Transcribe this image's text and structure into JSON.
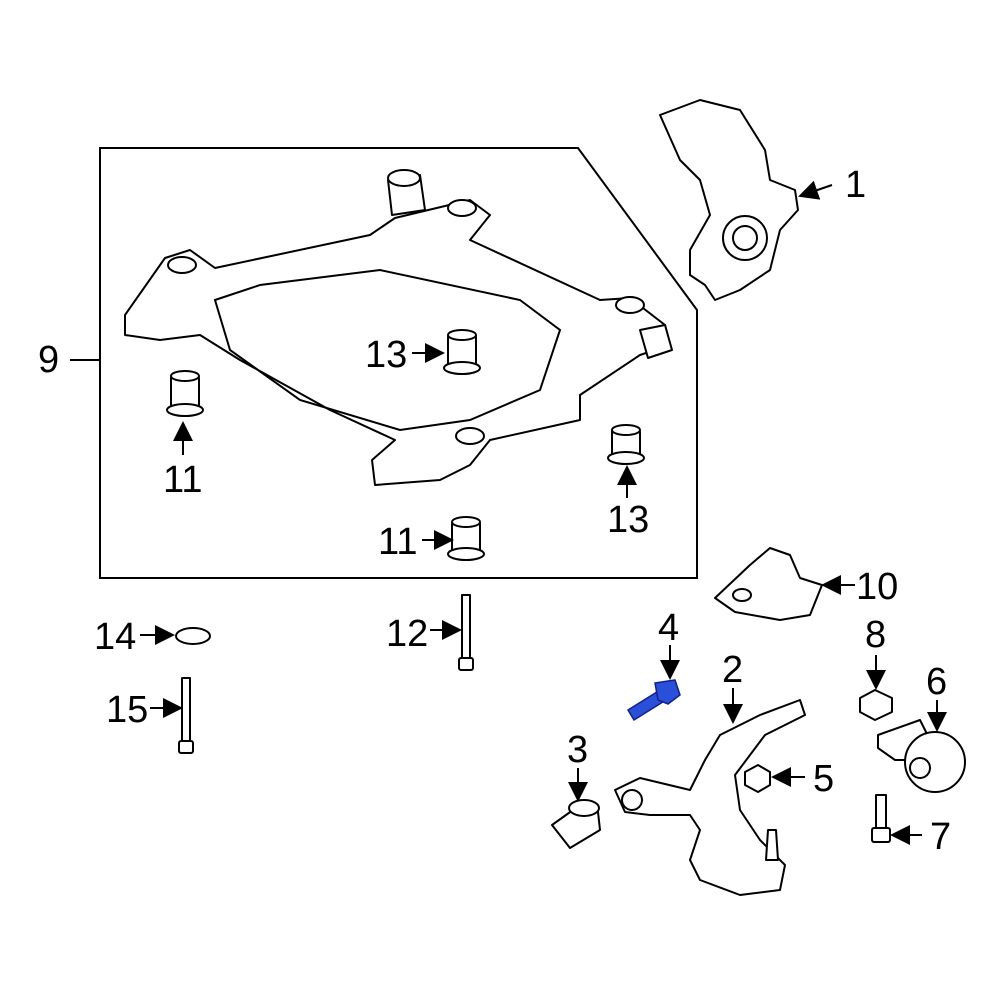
{
  "diagram": {
    "title": "Front suspension parts diagram",
    "highlight_color": "#2a4fd8",
    "callouts": [
      {
        "id": "1",
        "label": "1"
      },
      {
        "id": "2",
        "label": "2"
      },
      {
        "id": "3",
        "label": "3"
      },
      {
        "id": "4",
        "label": "4"
      },
      {
        "id": "5",
        "label": "5"
      },
      {
        "id": "6",
        "label": "6"
      },
      {
        "id": "7",
        "label": "7"
      },
      {
        "id": "8",
        "label": "8"
      },
      {
        "id": "9",
        "label": "9"
      },
      {
        "id": "10",
        "label": "10"
      },
      {
        "id": "11a",
        "label": "11"
      },
      {
        "id": "11b",
        "label": "11"
      },
      {
        "id": "12",
        "label": "12"
      },
      {
        "id": "13a",
        "label": "13"
      },
      {
        "id": "13b",
        "label": "13"
      },
      {
        "id": "14",
        "label": "14"
      },
      {
        "id": "15",
        "label": "15"
      }
    ],
    "highlighted_part": "4"
  }
}
